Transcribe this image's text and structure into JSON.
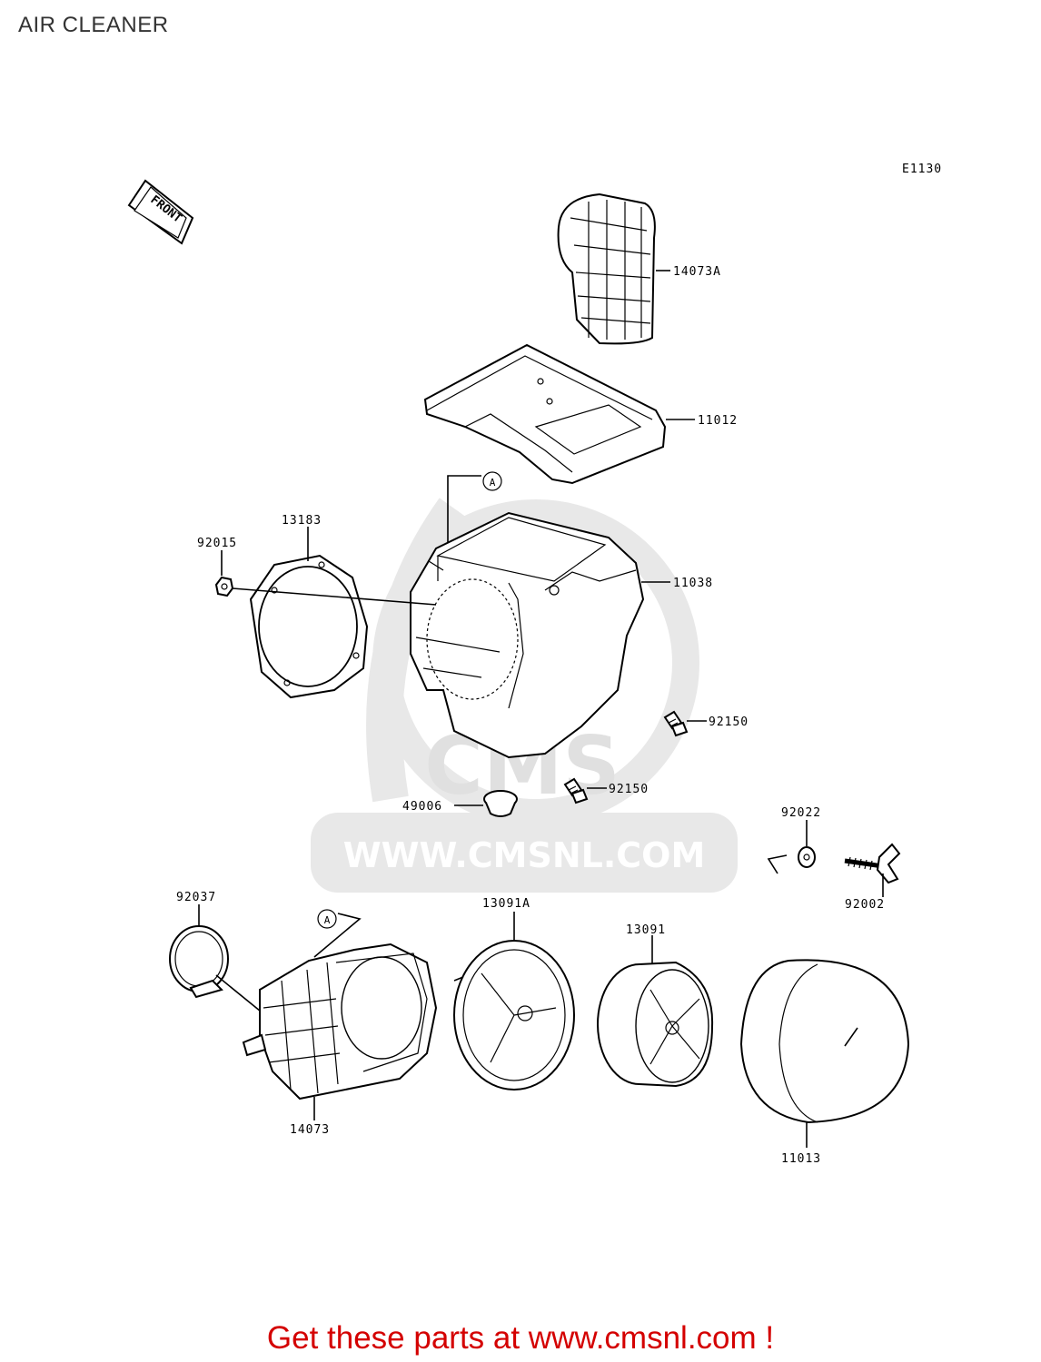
{
  "page": {
    "title": "AIR CLEANER",
    "diagram_code": "E1130",
    "front_marker": "FRONT",
    "watermark": "WWW.CMSNL.COM",
    "watermark_logo": "CMS",
    "banner_text": "Get these parts at www.cmsnl.com !"
  },
  "parts": {
    "p14073A": "14073A",
    "p11012": "11012",
    "p13183": "13183",
    "p92015": "92015",
    "p11038": "11038",
    "p92150a": "92150",
    "p92150b": "92150",
    "p49006": "49006",
    "p92022": "92022",
    "p92002": "92002",
    "p92037": "92037",
    "p13091A": "13091A",
    "p13091": "13091",
    "p14073": "14073",
    "p11013": "11013"
  },
  "callouts": {
    "ref_a_top": "A",
    "ref_a_bottom": "A"
  },
  "colors": {
    "banner": "#d40000",
    "watermark": "#e6e6e6",
    "line": "#000000"
  }
}
